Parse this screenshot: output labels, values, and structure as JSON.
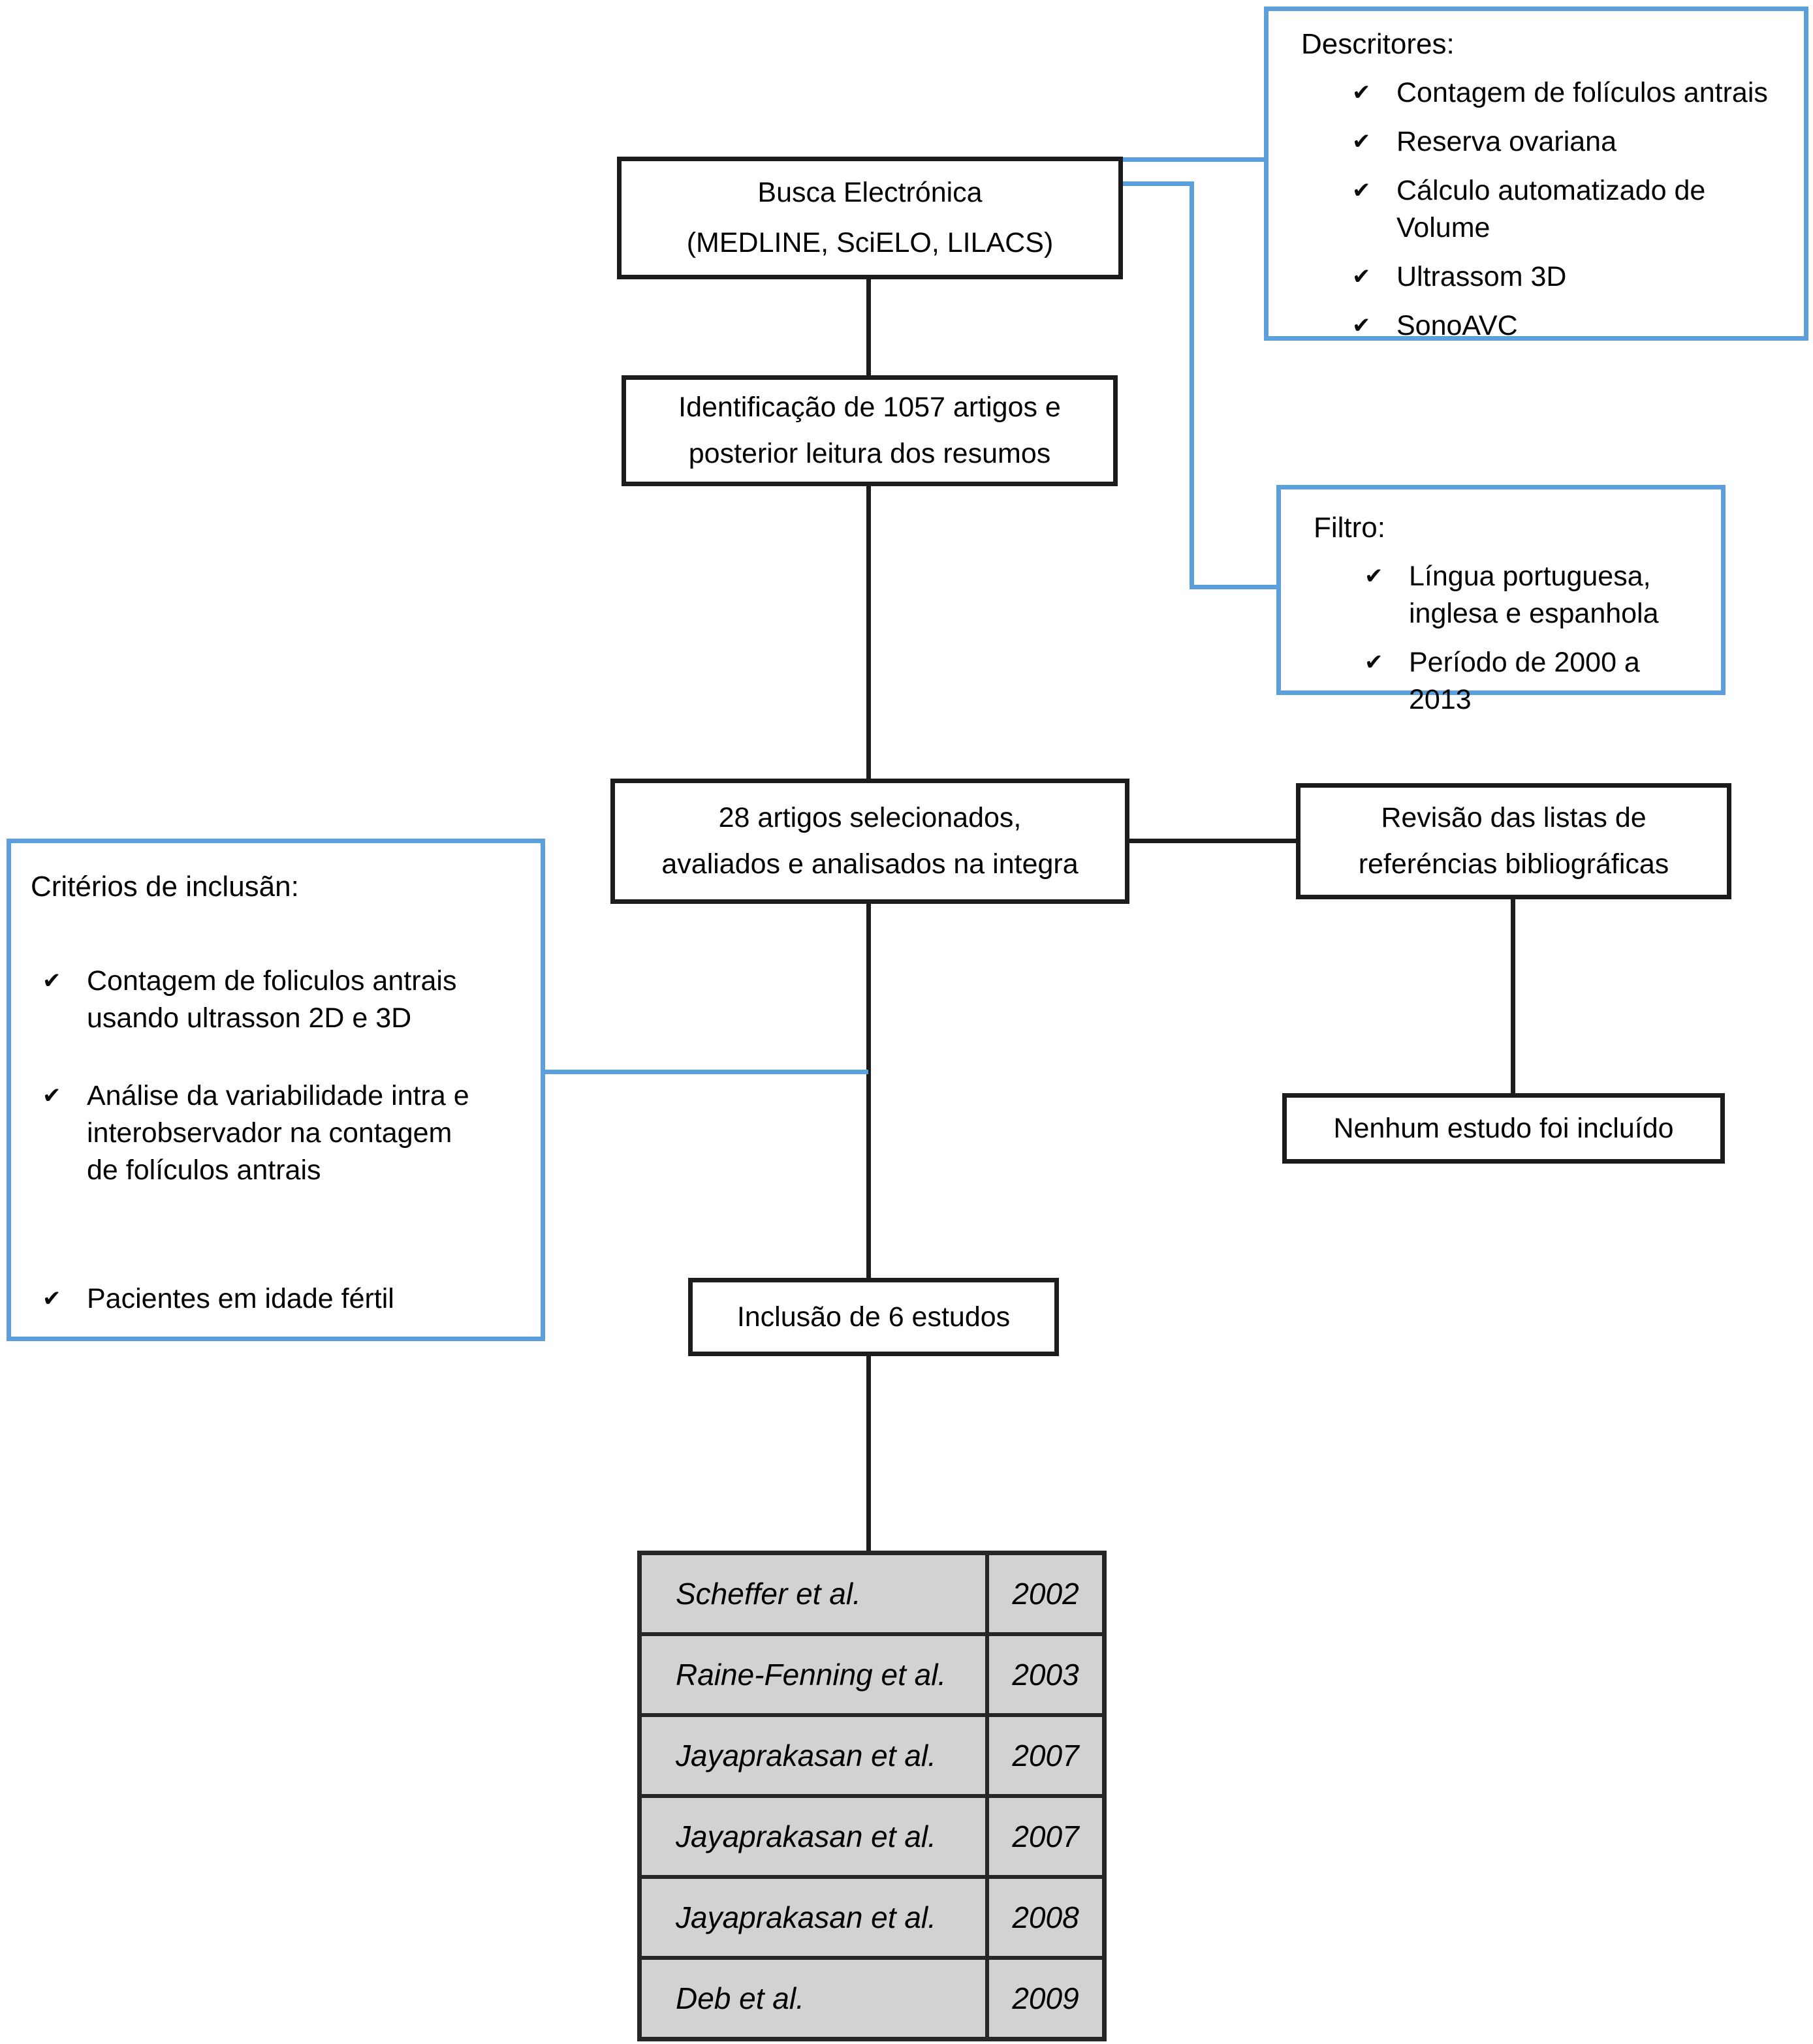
{
  "boxes": {
    "busca": {
      "text": "Busca Electrónica\n(MEDLINE, SciELO, LILACS)"
    },
    "identificacao": {
      "text": "Identificação de 1057 artigos e\nposterior leitura dos resumos"
    },
    "artigos28": {
      "text": "28 artigos selecionados,\navaliados e analisados na integra"
    },
    "revisao": {
      "text": "Revisão das listas de\nreferéncias bibliográficas"
    },
    "nenhum": {
      "text": "Nenhum estudo foi incluído"
    },
    "inclusao": {
      "text": "Inclusão de 6 estudos"
    }
  },
  "descritores": {
    "title": "Descritores:",
    "items": [
      {
        "text": "Contagem de folículos antrais"
      },
      {
        "text": "Reserva ovariana"
      },
      {
        "text": "Cálculo automatizado de\nVolume"
      },
      {
        "text": "Ultrassom 3D"
      },
      {
        "text": "SonoAVC"
      }
    ]
  },
  "filtro": {
    "title": "Filtro:",
    "items": [
      {
        "text": "Língua portuguesa,\ninglesa e espanhola"
      },
      {
        "text": "Período de 2000 a 2013"
      }
    ]
  },
  "criterios": {
    "title": "Critérios de inclusãn:",
    "items": [
      {
        "text": "Contagem de foliculos antrais\nusando ultrasson 2D e 3D"
      },
      {
        "text": "Análise da variabilidade intra e\ninterobservador na contagem\nde folículos antrais"
      },
      {
        "text": "Pacientes em idade fértil"
      }
    ]
  },
  "studies": [
    {
      "author": "Scheffer et al.",
      "year": "2002"
    },
    {
      "author": "Raine-Fenning et al.",
      "year": "2003"
    },
    {
      "author": "Jayaprakasan et al.",
      "year": "2007"
    },
    {
      "author": "Jayaprakasan et al.",
      "year": "2007"
    },
    {
      "author": "Jayaprakasan et al.",
      "year": "2008"
    },
    {
      "author": "Deb et al.",
      "year": "2009"
    }
  ],
  "icons": {
    "check": "✔"
  },
  "colors": {
    "accent_blue": "#5ba0dc",
    "line_black": "#1c1c1c",
    "table_bg": "#d2d2d2",
    "table_border": "#262626"
  }
}
